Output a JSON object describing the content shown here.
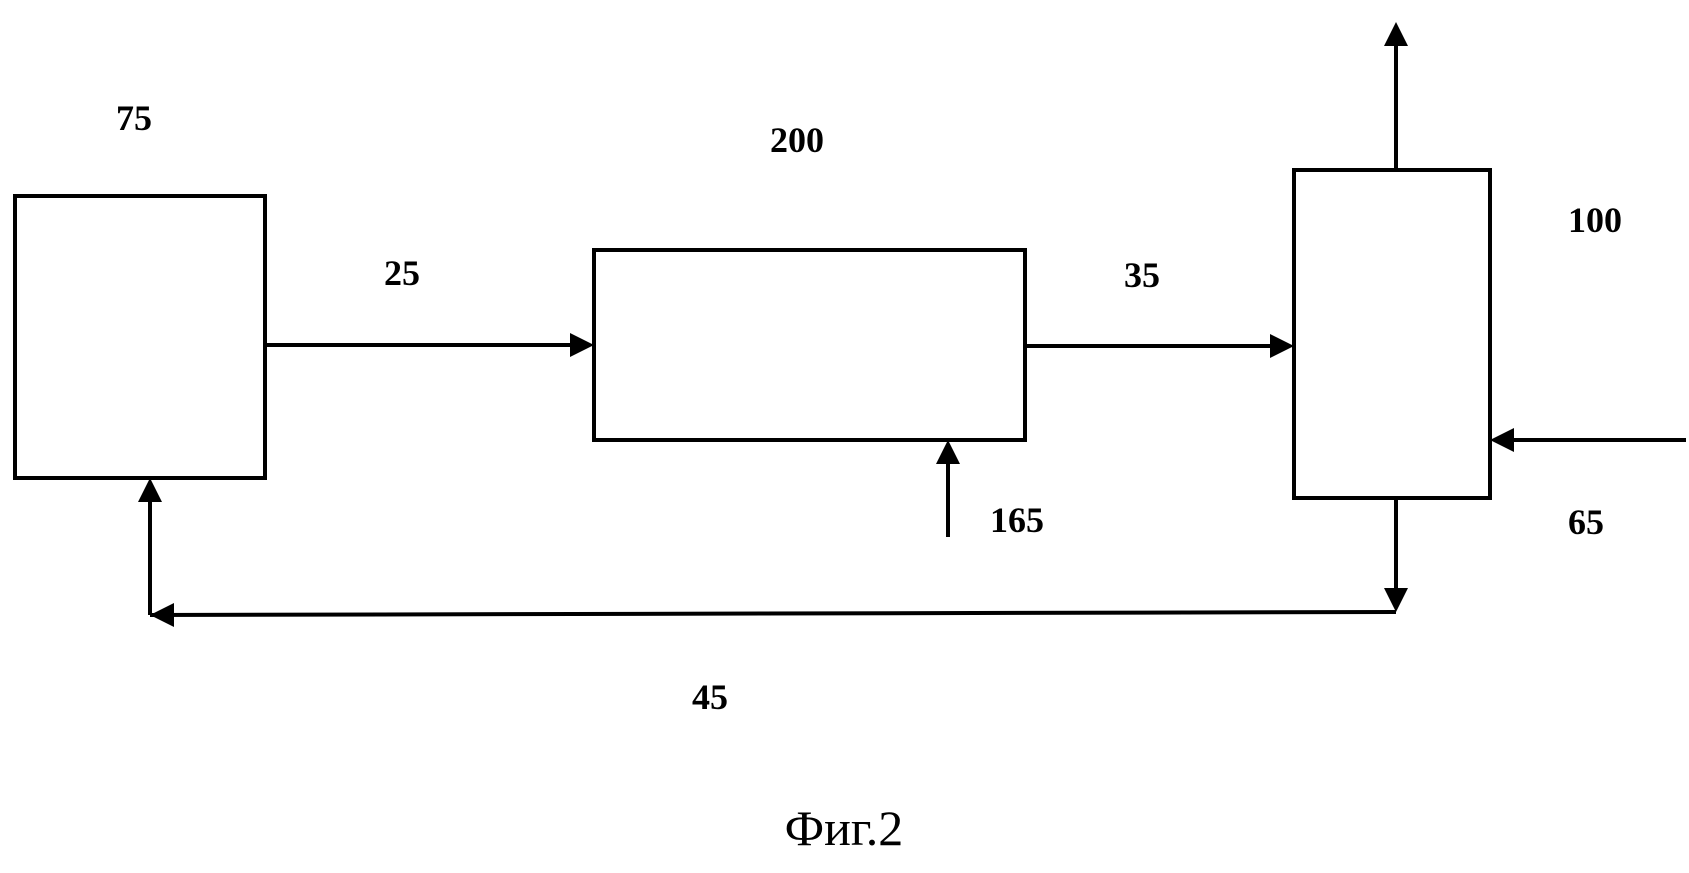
{
  "labels": {
    "unit_75": "75",
    "unit_200": "200",
    "unit_100": "100",
    "stream_25": "25",
    "stream_35": "35",
    "stream_165": "165",
    "stream_65": "65",
    "stream_45": "45"
  },
  "caption": "Фиг.2"
}
